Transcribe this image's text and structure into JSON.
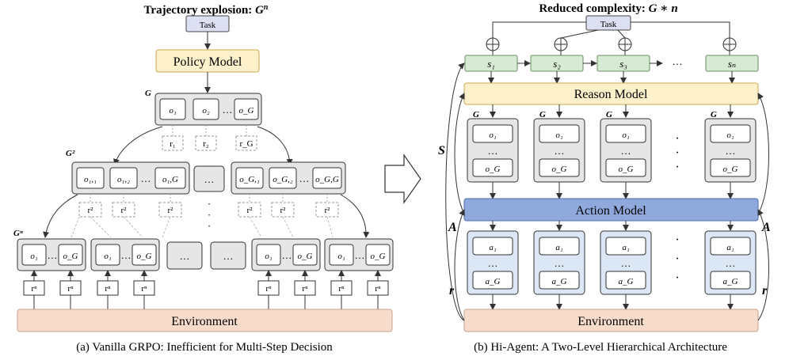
{
  "left": {
    "title": "Trajectory explosion: G^n",
    "task": "Task",
    "policy_model": "Policy Model",
    "level_labels": [
      "G",
      "G²",
      "Gⁿ"
    ],
    "level1_outputs": [
      "o₁^{t₁}",
      "o₂^{t₁}",
      "…",
      "o_G^{t₁}"
    ],
    "level1_rewards": [
      "r₁¹",
      "r₂¹",
      "r_G¹"
    ],
    "level2_group1": [
      "o_{1,1}^{t₂}",
      "o_{1,2}^{t₂}",
      "…",
      "o_{1,G}^{t₂}"
    ],
    "level2_group2": [
      "o_{G,1}^{t₂}",
      "o_{G,2}^{t₂}",
      "…",
      "o_{G,G}^{t₂}"
    ],
    "level2_middle": "…",
    "level2_rewards": [
      "r_{1,1}²",
      "r_{1,2}²",
      "r_{1,G}²",
      "r_{G,1}²",
      "r_{G,2}²",
      "r_{G,G}²"
    ],
    "leaf_outputs": [
      "o₁^{tₙ}",
      "…",
      "o_G^{tₙ}"
    ],
    "leaf_middle": "…",
    "leaf_rewards": [
      "r₁ⁿ",
      "r_Gⁿ"
    ],
    "environment": "Environment",
    "caption": "(a) Vanilla GRPO: Inefficient for Multi-Step Decision"
  },
  "right": {
    "title": "Reduced complexity: G ∗ n",
    "task": "Task",
    "plus": "⊕",
    "states": [
      "s₁",
      "s₂",
      "s₃",
      "…",
      "sₙ"
    ],
    "reason_model": "Reason Model",
    "action_model": "Action Model",
    "group_label": "G",
    "o_items": [
      "o₁",
      "…",
      "o_G"
    ],
    "a_items": [
      "a₁",
      "…",
      "a_G"
    ],
    "side_labels": [
      "S",
      "A",
      "r"
    ],
    "dots": "·",
    "environment": "Environment",
    "caption": "(b) Hi-Agent: A Two-Level Hierarchical Architecture"
  },
  "colors": {
    "task": "#dce0f2",
    "policy": "#fdf1cc",
    "reason": "#fdf1cc",
    "action": "#8fa9dc",
    "environment": "#f7dccb",
    "state": "#d7ead3",
    "group_gray": "#e6e6e6",
    "group_blue": "#dce7f5"
  }
}
